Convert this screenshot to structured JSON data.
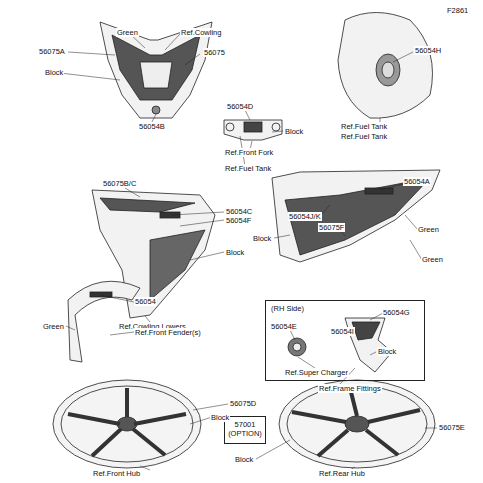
{
  "diagram": {
    "nodes": [
      {
        "text": [
          "(RH Side)"
        ]
      },
      {
        "text": [
          "57001",
          "(OPTION)"
        ]
      }
    ],
    "labels": [
      "F2861",
      "Green",
      "Ref.Cowling",
      "56075A",
      "56075",
      "Block",
      "56054B",
      "56054H",
      "Ref.Fuel Tank",
      "Ref.Fuel Tank",
      "56054D",
      "Block",
      "Ref.Front Fork",
      "Ref.Fuel Tank",
      "56075B/C",
      "56054C",
      "56054F",
      "Block",
      "Ref.Cowling Lowers",
      "56054A",
      "Green",
      "56054J/K",
      "56075F",
      "Block",
      "Green",
      "56054",
      "Green",
      "Ref.Front Fender(s)",
      "56054E",
      "Ref.Super Charger",
      "56054I",
      "56054G",
      "Block",
      "Ref.Frame Fittings",
      "56075D",
      "Block",
      "Ref.Front Hub",
      "56075E",
      "Block",
      "Ref.Rear Hub"
    ]
  }
}
